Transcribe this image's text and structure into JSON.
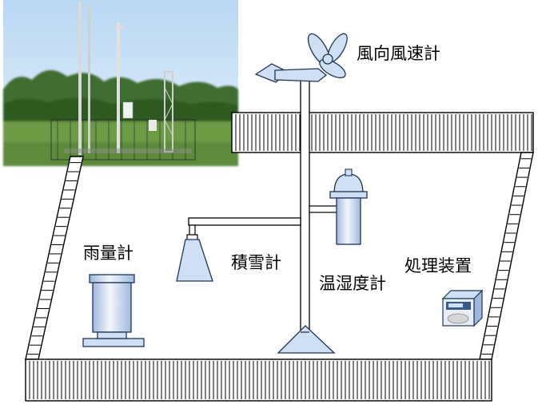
{
  "labels": {
    "anemometer": "風向風速計",
    "rain_gauge": "雨量計",
    "snow_gauge": "積雪計",
    "thermohygrometer": "温湿度計",
    "processor": "処理装置"
  },
  "colors": {
    "instrument_fill": "#cfe0f5",
    "instrument_stroke": "#1f3556",
    "outline": "#000000",
    "photo_sky": "#cfe4f7",
    "photo_trees": "#3f6d30",
    "photo_grass": "#6c9a45"
  },
  "photo": {
    "description_icon": "weather-station-photo"
  }
}
